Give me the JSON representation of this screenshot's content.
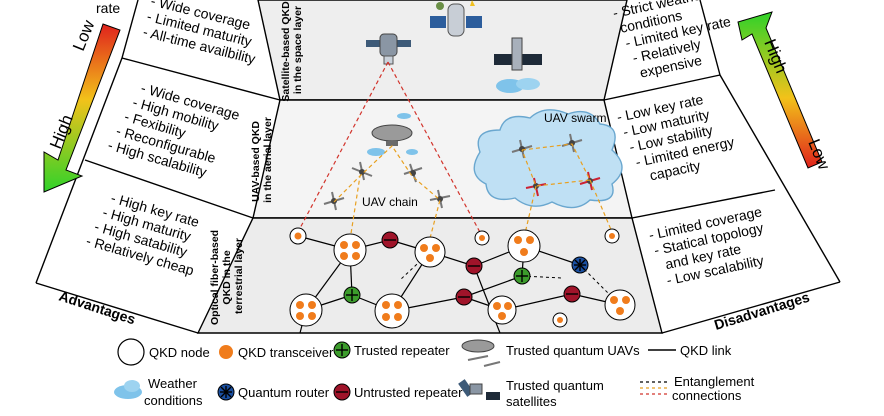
{
  "layers": {
    "space": "Satellite-based QKD in the space layer",
    "space_lines": [
      "Satellite-based QKD",
      "in the space layer"
    ],
    "aerial_lines": [
      "UAV-based QKD",
      "in the aerial layer"
    ],
    "terrestrial_lines": [
      "Optical fiber-based",
      "QKD in the",
      "terrestrial layer"
    ]
  },
  "labels": {
    "uav_chain": "UAV chain",
    "uav_swarm": "UAV swarm"
  },
  "advantages": {
    "title": "Advantages",
    "space": [
      "- Wide coverage",
      "- Limited maturity",
      "- All-time availbility"
    ],
    "aerial": [
      "- Wide coverage",
      "- High mobility",
      "- Fexibility",
      "- Reconfigurable",
      "- High scalability"
    ],
    "terrestrial": [
      "- High key rate",
      "- High maturity",
      "- High satability",
      "- Relatively cheap"
    ]
  },
  "disadvantages": {
    "title": "Disadvantages",
    "space": [
      "- Strict weather",
      "conditions",
      "- Limited key rate",
      "- Relatively",
      "expensive"
    ],
    "aerial": [
      "- Low key rate",
      "- Low maturity",
      "- Low stability",
      "- Limited energy",
      "capacity"
    ],
    "terrestrial": [
      "- Limited coverage",
      "- Statical topology",
      "and key rate",
      "- Low scalability"
    ]
  },
  "arrows": {
    "left": {
      "top_label": "Low",
      "bottom_label": "High",
      "caption": "rate"
    },
    "right": {
      "top_label": "High",
      "bottom_label": "Low"
    }
  },
  "legend": {
    "qkd_node": "QKD node",
    "qkd_transceiver": "QKD transceiver",
    "trusted_repeater": "Trusted repeater",
    "trusted_uavs": "Trusted quantum UAVs",
    "qkd_link": "QKD link",
    "weather": [
      "Weather",
      "conditions"
    ],
    "quantum_router": "Quantum router",
    "untrusted_repeater": "Untrusted repeater",
    "trusted_satellites": [
      "Trusted quantum",
      "satellites"
    ],
    "entanglement": [
      "Entanglement",
      "connections"
    ]
  },
  "colors": {
    "transceiver": "#f07c1c",
    "untrusted_repeater": "#a0142a",
    "trusted_repeater": "#3c9c2c",
    "quantum_router": "#1a4fa0",
    "space_bg": "#eeeeee",
    "aerial_bg": "#f4f4f4",
    "terrestrial_bg": "#ececec",
    "cloud": "#bfe0f4",
    "entangle_red": "#d2342c",
    "entangle_orange": "#e8a020"
  }
}
